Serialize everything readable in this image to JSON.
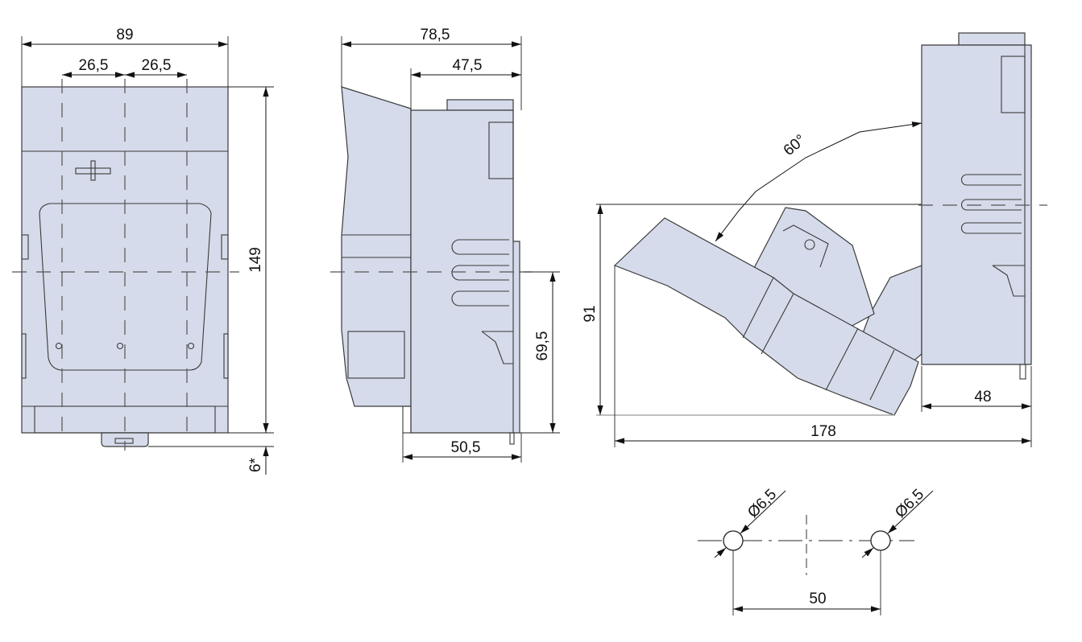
{
  "front_view": {
    "width": "89",
    "pitch_left": "26,5",
    "pitch_right": "26,5",
    "height": "149",
    "tab": "6*"
  },
  "side_view": {
    "depth_total": "78,5",
    "depth_body": "47,5",
    "height_axis": "69,5",
    "base_depth": "50,5"
  },
  "open_view": {
    "angle": "60°",
    "height": "91",
    "depth_body": "48",
    "length_total": "178"
  },
  "mounting": {
    "hole_left": "Ø6,5",
    "hole_right": "Ø6,5",
    "spacing": "50"
  },
  "colors": {
    "body_fill": "#d5dbea",
    "line": "#3a3a3a"
  }
}
